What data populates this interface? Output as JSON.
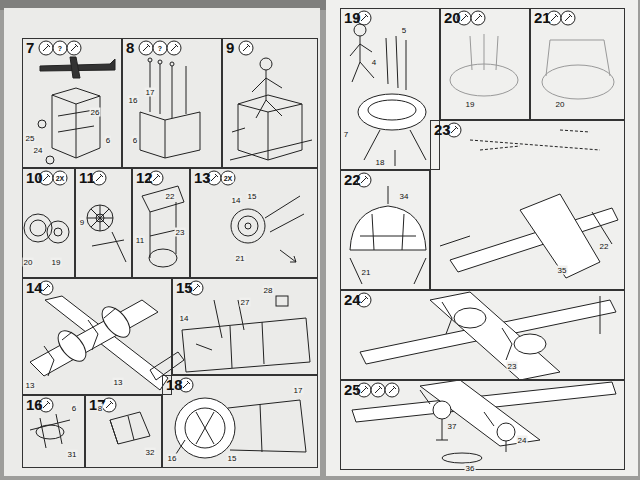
{
  "diagram": {
    "nodes": [
      {
        "text": [
          "7"
        ]
      },
      {
        "text": [
          "8"
        ]
      },
      {
        "text": [
          "9"
        ]
      },
      {
        "text": [
          "10"
        ]
      },
      {
        "text": [
          "11"
        ]
      },
      {
        "text": [
          "12"
        ]
      },
      {
        "text": [
          "13"
        ]
      },
      {
        "text": [
          "14"
        ]
      },
      {
        "text": [
          "15"
        ]
      },
      {
        "text": [
          "16"
        ]
      },
      {
        "text": [
          "17"
        ]
      },
      {
        "text": [
          "18"
        ]
      },
      {
        "text": [
          "19"
        ]
      },
      {
        "text": [
          "20"
        ]
      },
      {
        "text": [
          "21"
        ]
      },
      {
        "text": [
          "22"
        ]
      },
      {
        "text": [
          "23"
        ]
      },
      {
        "text": [
          "24"
        ]
      },
      {
        "text": [
          "25"
        ]
      }
    ],
    "labels": [
      "26",
      "6",
      "24",
      "25",
      "17",
      "16",
      "6",
      "2X",
      "20",
      "19",
      "9",
      "22",
      "11",
      "23",
      "2X",
      "14",
      "15",
      "21",
      "13",
      "13",
      "27",
      "28",
      "14",
      "6",
      "31",
      "8",
      "32",
      "17",
      "16",
      "15",
      "5",
      "4",
      "7",
      "18",
      "19",
      "20",
      "34",
      "21",
      "22",
      "35",
      "23",
      "37",
      "36",
      "24",
      "?",
      "?"
    ]
  }
}
